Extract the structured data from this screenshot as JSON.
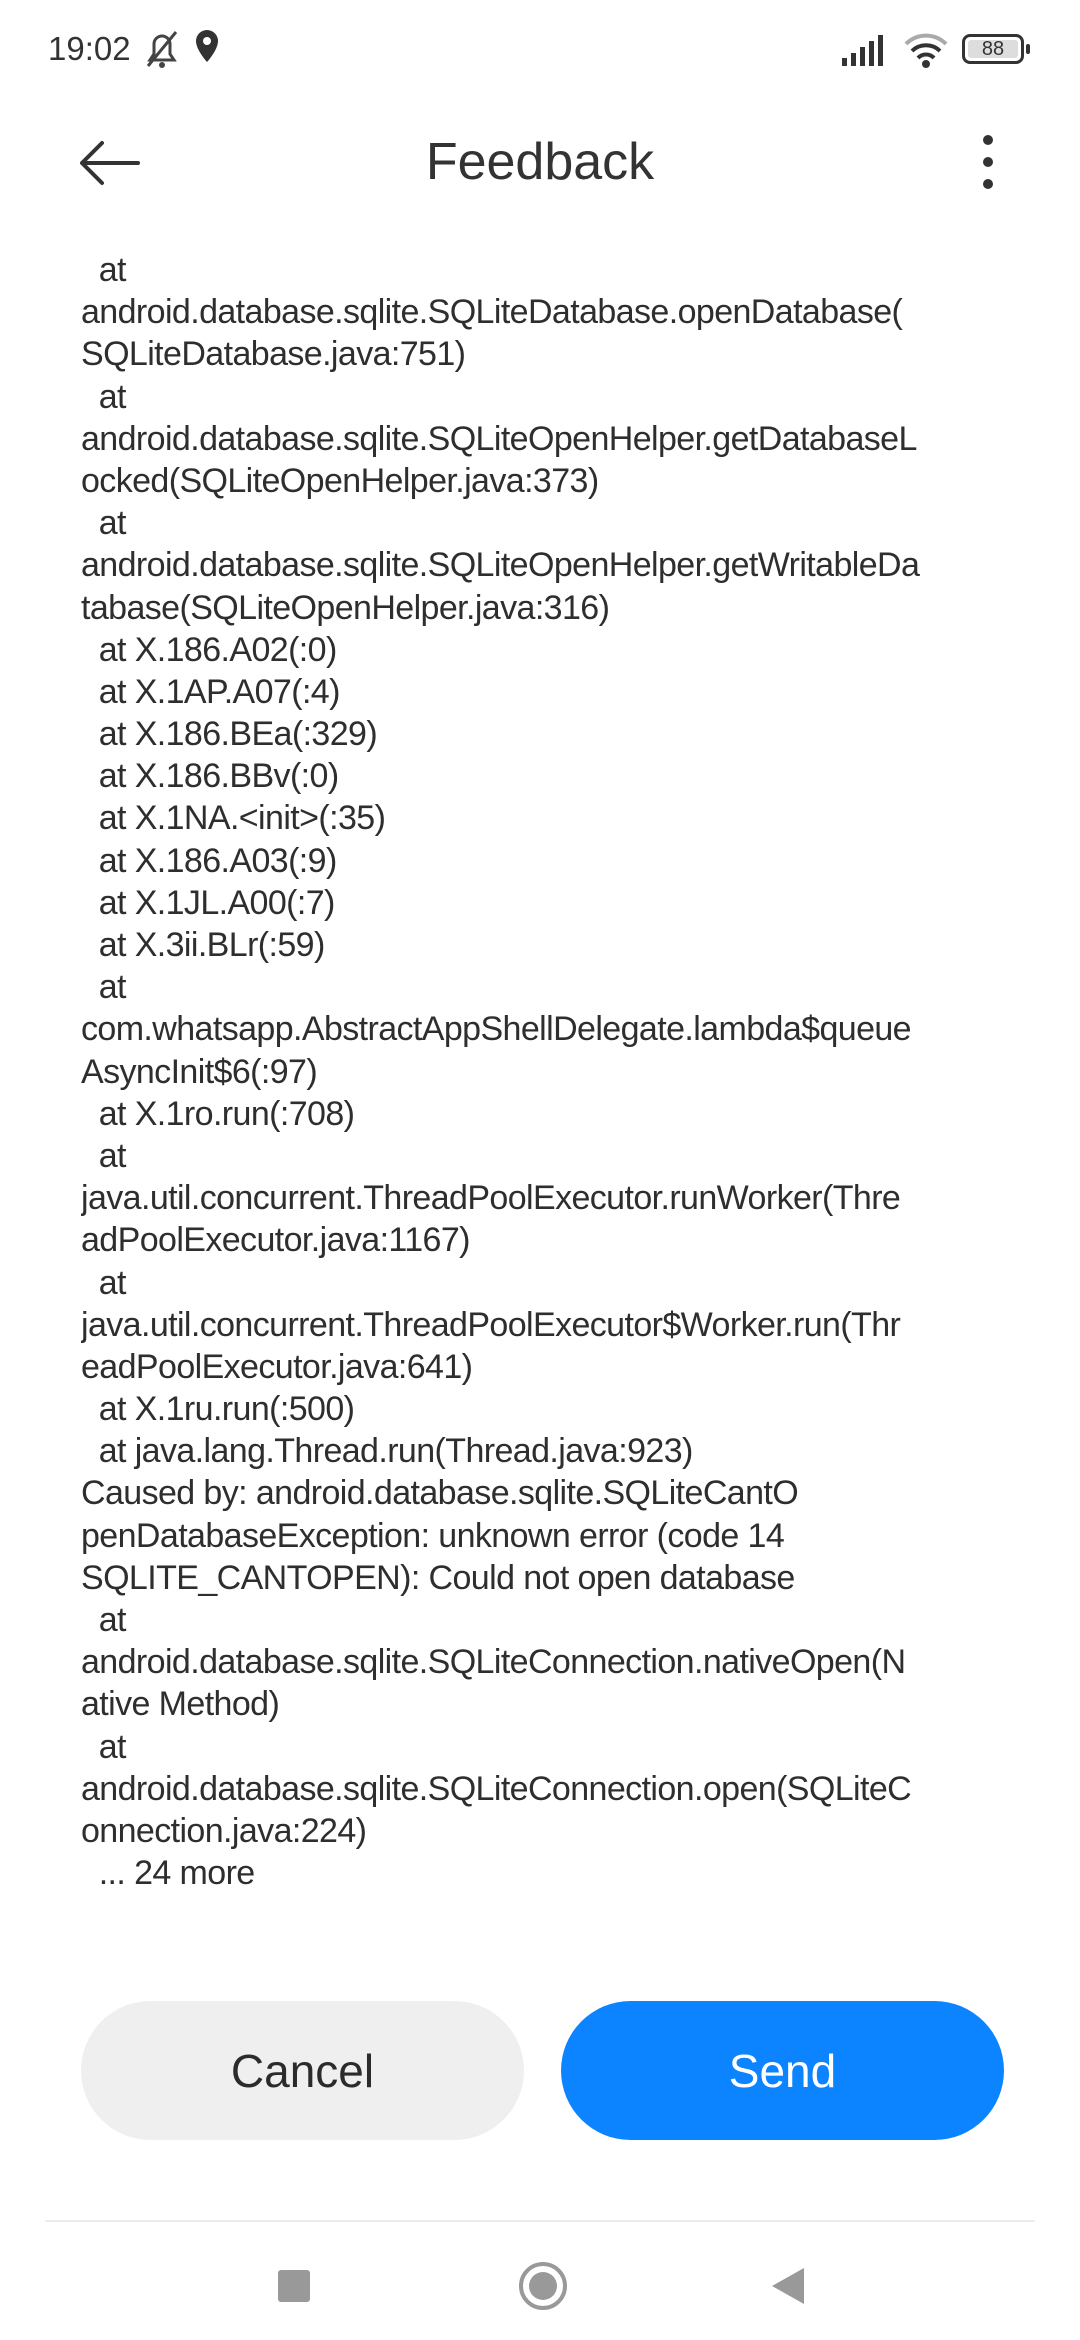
{
  "status_bar": {
    "time": "19:02",
    "battery": "88"
  },
  "header": {
    "title": "Feedback"
  },
  "log_lines": [
    "  at",
    "android.database.sqlite.SQLiteDatabase.openDatabase(",
    "SQLiteDatabase.java:751)",
    "  at",
    "android.database.sqlite.SQLiteOpenHelper.getDatabaseL",
    "ocked(SQLiteOpenHelper.java:373)",
    "  at",
    "android.database.sqlite.SQLiteOpenHelper.getWritableDa",
    "tabase(SQLiteOpenHelper.java:316)",
    "  at X.186.A02(:0)",
    "  at X.1AP.A07(:4)",
    "  at X.186.BEa(:329)",
    "  at X.186.BBv(:0)",
    "  at X.1NA.<init>(:35)",
    "  at X.186.A03(:9)",
    "  at X.1JL.A00(:7)",
    "  at X.3ii.BLr(:59)",
    "  at",
    "com.whatsapp.AbstractAppShellDelegate.lambda$queue",
    "AsyncInit$6(:97)",
    "  at X.1ro.run(:708)",
    "  at",
    "java.util.concurrent.ThreadPoolExecutor.runWorker(Thre",
    "adPoolExecutor.java:1167)",
    "  at",
    "java.util.concurrent.ThreadPoolExecutor$Worker.run(Thr",
    "eadPoolExecutor.java:641)",
    "  at X.1ru.run(:500)",
    "  at java.lang.Thread.run(Thread.java:923)",
    "Caused by: android.database.sqlite.SQLiteCantO",
    "penDatabaseException: unknown error (code 14",
    "SQLITE_CANTOPEN): Could not open database",
    "  at",
    "android.database.sqlite.SQLiteConnection.nativeOpen(N",
    "ative Method)",
    "  at",
    "android.database.sqlite.SQLiteConnection.open(SQLiteC",
    "onnection.java:224)",
    "  ... 24 more"
  ],
  "buttons": {
    "cancel": "Cancel",
    "send": "Send"
  },
  "colors": {
    "accent": "#0d84ff",
    "cancel_bg": "#efefef"
  }
}
